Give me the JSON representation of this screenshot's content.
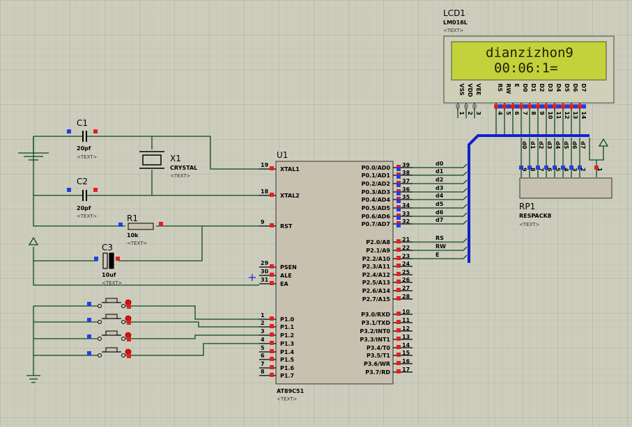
{
  "lcd": {
    "ref": "LCD1",
    "part": "LM016L",
    "text_placeholder": "<TEXT>",
    "line1": "dianzizhon9",
    "line2": "00:06:1=",
    "pins": [
      "VSS",
      "VDD",
      "VEE",
      "RS",
      "RW",
      "E",
      "D0",
      "D1",
      "D2",
      "D3",
      "D4",
      "D5",
      "D6",
      "D7"
    ],
    "pin_numbers": [
      "1",
      "2",
      "3",
      "4",
      "5",
      "6",
      "7",
      "8",
      "9",
      "10",
      "11",
      "12",
      "13",
      "14"
    ],
    "colors": {
      "screen": "#c3d13a",
      "body": "#cfd0b8"
    }
  },
  "u1": {
    "ref": "U1",
    "part": "AT89C51",
    "text_placeholder": "<TEXT>",
    "left_pins": [
      {
        "num": "19",
        "name": "XTAL1"
      },
      {
        "num": "18",
        "name": "XTAL2"
      },
      {
        "num": "9",
        "name": "RST"
      },
      {
        "num": "29",
        "name": "PSEN"
      },
      {
        "num": "30",
        "name": "ALE"
      },
      {
        "num": "31",
        "name": "EA"
      },
      {
        "num": "1",
        "name": "P1.0"
      },
      {
        "num": "2",
        "name": "P1.1"
      },
      {
        "num": "3",
        "name": "P1.2"
      },
      {
        "num": "4",
        "name": "P1.3"
      },
      {
        "num": "5",
        "name": "P1.4"
      },
      {
        "num": "6",
        "name": "P1.5"
      },
      {
        "num": "7",
        "name": "P1.6"
      },
      {
        "num": "8",
        "name": "P1.7"
      }
    ],
    "right_pins": [
      {
        "num": "39",
        "name": "P0.0/AD0"
      },
      {
        "num": "38",
        "name": "P0.1/AD1"
      },
      {
        "num": "37",
        "name": "P0.2/AD2"
      },
      {
        "num": "36",
        "name": "P0.3/AD3"
      },
      {
        "num": "35",
        "name": "P0.4/AD4"
      },
      {
        "num": "34",
        "name": "P0.5/AD5"
      },
      {
        "num": "33",
        "name": "P0.6/AD6"
      },
      {
        "num": "32",
        "name": "P0.7/AD7"
      },
      {
        "num": "21",
        "name": "P2.0/A8"
      },
      {
        "num": "22",
        "name": "P2.1/A9"
      },
      {
        "num": "23",
        "name": "P2.2/A10"
      },
      {
        "num": "24",
        "name": "P2.3/A11"
      },
      {
        "num": "25",
        "name": "P2.4/A12"
      },
      {
        "num": "26",
        "name": "P2.5/A13"
      },
      {
        "num": "27",
        "name": "P2.6/A14"
      },
      {
        "num": "28",
        "name": "P2.7/A15"
      },
      {
        "num": "10",
        "name": "P3.0/RXD"
      },
      {
        "num": "11",
        "name": "P3.1/TXD"
      },
      {
        "num": "12",
        "name": "P3.2/INT0"
      },
      {
        "num": "13",
        "name": "P3.3/INT1"
      },
      {
        "num": "14",
        "name": "P3.4/T0"
      },
      {
        "num": "15",
        "name": "P3.5/T1"
      },
      {
        "num": "16",
        "name": "P3.6/WR"
      },
      {
        "num": "17",
        "name": "P3.7/RD"
      }
    ]
  },
  "nets": {
    "data": [
      "d0",
      "d1",
      "d2",
      "d3",
      "d4",
      "d5",
      "d6",
      "d7"
    ],
    "ctrl": [
      "RS",
      "RW",
      "E"
    ]
  },
  "c1": {
    "ref": "C1",
    "value": "20pf",
    "text": "<TEXT>"
  },
  "c2": {
    "ref": "C2",
    "value": "20pf",
    "text": "<TEXT>"
  },
  "c3": {
    "ref": "C3",
    "value": "10uf",
    "text": "<TEXT>"
  },
  "r1": {
    "ref": "R1",
    "value": "10k",
    "text": "<TEXT>"
  },
  "x1": {
    "ref": "X1",
    "value": "CRYSTAL",
    "text": "<TEXT>"
  },
  "rp1": {
    "ref": "RP1",
    "value": "RESPACK8",
    "text": "<TEXT>",
    "pins": [
      "9",
      "8",
      "7",
      "6",
      "5",
      "4",
      "3",
      "2",
      "1"
    ],
    "nets": [
      "d0",
      "d1",
      "d2",
      "d3",
      "d4",
      "d5",
      "d6",
      "d7"
    ]
  },
  "colors": {
    "wire": "#0a4a1a",
    "bus": "#1020d0",
    "pin_red": "#e02020",
    "pin_blue": "#2040e0",
    "background": "#cdcdbe"
  }
}
